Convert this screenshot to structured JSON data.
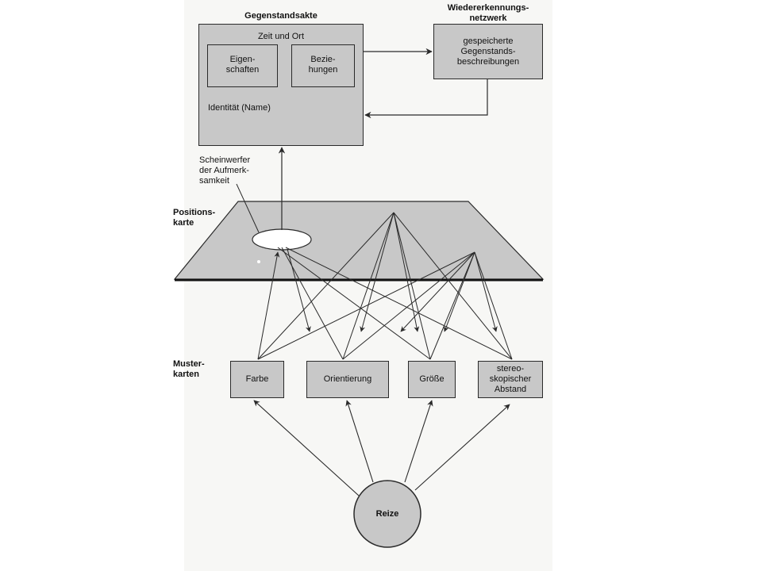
{
  "labels": {
    "gegenstandsakte_title": "Gegenstandsakte",
    "zeit_und_ort": "Zeit und Ort",
    "eigenschaften": "Eigen-\nschaften",
    "beziehungen": "Bezie-\nhungen",
    "identitaet": "Identität (Name)",
    "wiedererkennung_title": "Wiedererkennungs-\nnetzwerk",
    "gespeicherte": "gespeicherte\nGegenstands-\nbeschreibungen",
    "scheinwerfer": "Scheinwerfer\nder Aufmerk-\nsamkeit",
    "positionskarte": "Positions-\nkarte",
    "musterkarten": "Muster-\nkarten",
    "farbe": "Farbe",
    "orientierung": "Orientierung",
    "groesse": "Größe",
    "stereo": "stereo-\nskopischer\nAbstand",
    "reize": "Reize"
  },
  "colors": {
    "box_fill": "#c8c8c8",
    "line": "#2a2a2a",
    "paper": "#f7f7f5"
  }
}
